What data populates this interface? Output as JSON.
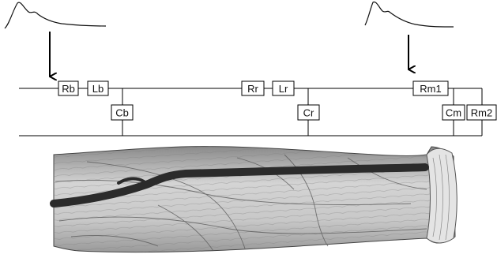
{
  "pulses": [
    {
      "id": "left-pulse-waveform"
    },
    {
      "id": "right-pulse-waveform"
    }
  ],
  "circuit": {
    "elements": [
      {
        "id": "rb",
        "label": "Rb"
      },
      {
        "id": "lb",
        "label": "Lb"
      },
      {
        "id": "cb",
        "label": "Cb"
      },
      {
        "id": "rr",
        "label": "Rr"
      },
      {
        "id": "lr",
        "label": "Lr"
      },
      {
        "id": "cr",
        "label": "Cr"
      },
      {
        "id": "rm1",
        "label": "Rm1"
      },
      {
        "id": "cm",
        "label": "Cm"
      },
      {
        "id": "rm2",
        "label": "Rm2"
      }
    ]
  },
  "illustration": {
    "name": "limb-artery-rendering",
    "vessel_color": "#2b2b2b",
    "tissue_color": "#bdbdbd"
  }
}
